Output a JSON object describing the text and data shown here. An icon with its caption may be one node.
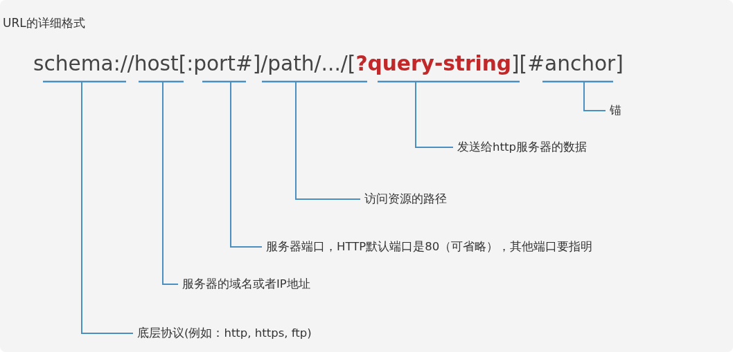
{
  "diagram": {
    "title": "URL的详细格式",
    "nodes": [
      {
        "text": [
          "锚"
        ]
      },
      {
        "text": [
          "发送给http服务器的数据"
        ]
      },
      {
        "text": [
          "访问资源的路径"
        ]
      },
      {
        "text": [
          "服务器端口，HTTP默认端口是80（可省略），其他端口要指明"
        ]
      },
      {
        "text": [
          "服务器的域名或者IP地址"
        ]
      },
      {
        "text": [
          "底层协议(例如：http, https, ftp)"
        ]
      }
    ],
    "edges": [
      {
        "from": 0,
        "to": null,
        "arrow": "none"
      },
      {
        "from": 1,
        "to": null,
        "arrow": "none"
      },
      {
        "from": 2,
        "to": null,
        "arrow": "none"
      },
      {
        "from": 3,
        "to": null,
        "arrow": "none"
      },
      {
        "from": 4,
        "to": null,
        "arrow": "none"
      },
      {
        "from": 5,
        "to": null,
        "arrow": "none"
      }
    ],
    "labels": [
      "schema://host[:port#]/path/.../[**?query-string**][#anchor]"
    ]
  }
}
